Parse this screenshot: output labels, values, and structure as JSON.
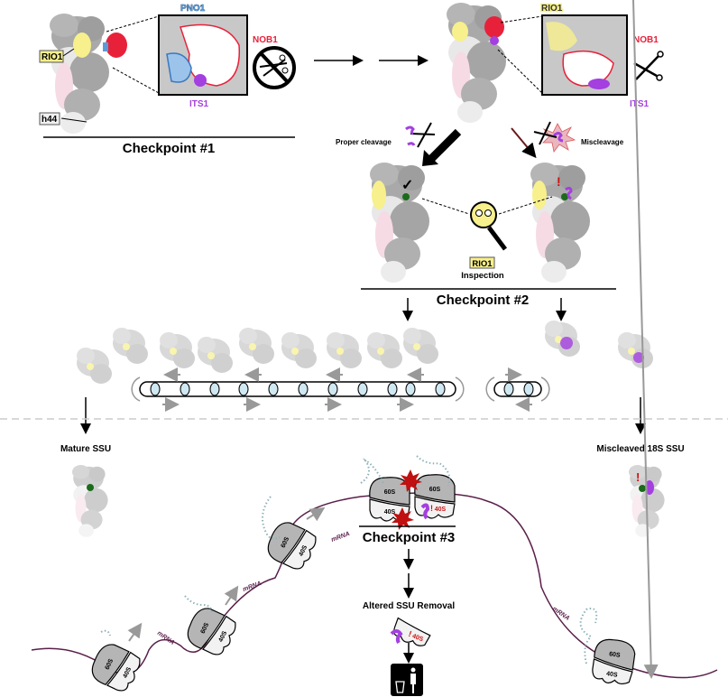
{
  "checkpoint1": {
    "title": "Checkpoint #1",
    "labels": {
      "rio1": "RIO1",
      "pno1": "PNO1",
      "nob1": "NOB1",
      "its1": "ITS1",
      "h44": "h44"
    },
    "cleavage_state": "no-scissors-icon"
  },
  "checkpoint1_after": {
    "labels": {
      "rio1": "RIO1",
      "nob1": "NOB1",
      "its1": "ITS1"
    },
    "cleavage_state": "scissors-icon"
  },
  "checkpoint2": {
    "title": "Checkpoint #2",
    "proper_label": "Proper cleavage",
    "mis_label": "Miscleavage",
    "inspector_tag": "RIO1",
    "inspector_label": "Inspection",
    "check_mark": "✓",
    "alert_mark": "!"
  },
  "outcomes": {
    "mature": "Mature SSU",
    "miscleaved": "Miscleaved 18S SSU"
  },
  "checkpoint3": {
    "title": "Checkpoint #3",
    "removal_label": "Altered SSU Removal",
    "subunit_large": "60S",
    "subunit_small": "40S",
    "mrna_label": "mRNA",
    "alert_mark": "!",
    "disposal_icon": "trash-icon"
  },
  "colors": {
    "rio1": "#f7f08c",
    "pno1": "#5b9bd5",
    "nob1": "#e8213a",
    "its1": "#a43fe0",
    "h44": "#f6d5e0",
    "mrna": "#5a1f4a",
    "nascent_peptide": "#8fb1b8",
    "ribosome_gray": "#b8b8b8",
    "alert_red": "#cc1111"
  }
}
